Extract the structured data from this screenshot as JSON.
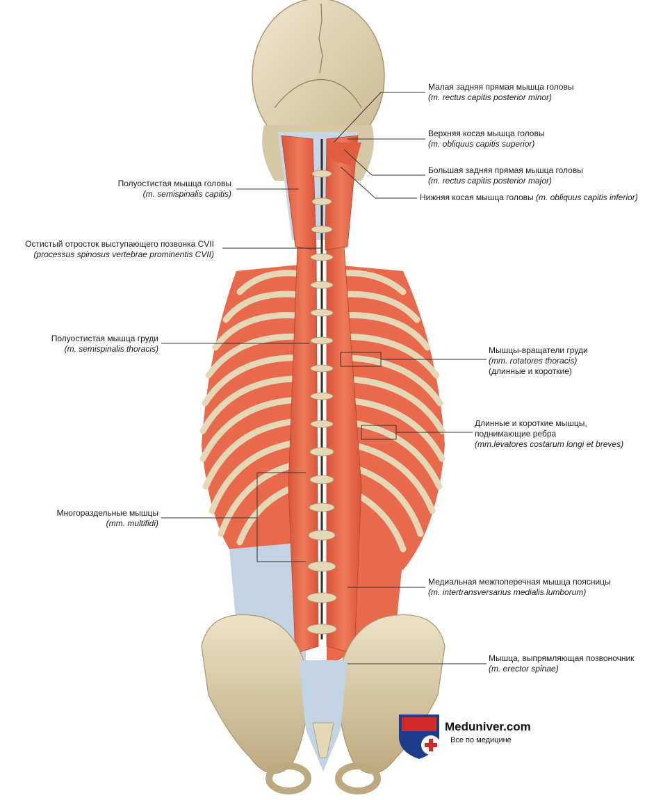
{
  "labels_left": [
    {
      "ru": "Полуостистая мышца головы",
      "lat": "(m. semispinalis capitis)"
    },
    {
      "ru": "Остистый отросток выступающего позвонка CVII",
      "lat": "(processus spinosus vertebrae prominentis CVII)"
    },
    {
      "ru": "Полуостистая мышца груди",
      "lat": "(m. semispinalis thoracis)"
    },
    {
      "ru": "Многораздельные мышцы",
      "lat": "(mm. multifidi)"
    }
  ],
  "labels_right": [
    {
      "ru": "Малая задняя прямая мышца головы",
      "lat": "(m. rectus capitis posterior minor)"
    },
    {
      "ru": "Верхняя косая мышца головы",
      "lat": "(m. obliquus capitis superior)"
    },
    {
      "ru": "Большая задняя прямая мышца головы",
      "lat": "(m. rectus capitis posterior major)"
    },
    {
      "ru": "Нижняя косая мышца головы",
      "lat": "(m. obliquus capitis inferior)"
    },
    {
      "ru": "Мышцы-вращатели груди",
      "lat": "(mm. rotatores thoracis)",
      "extra": "(длинные и короткие)"
    },
    {
      "ru": "Длинные и короткие мышцы,",
      "ru2": "поднимающие ребра",
      "lat": "(mm.levatores costarum longi et breves)"
    },
    {
      "ru": "Медиальная межпоперечная мышца поясницы",
      "lat": "(m. intertransversarius medialis lumborum)"
    },
    {
      "ru": "Мышца, выпрямляющая позвоночник",
      "lat": "(m. erector spinae)"
    }
  ],
  "logo": {
    "title": "Meduniver.com",
    "subtitle": "Все по медицине"
  },
  "colors": {
    "muscle": "#e8684a",
    "muscle_dark": "#c94a30",
    "bone": "#e8dcc0",
    "bone_dark": "#b8a682",
    "fascia": "#b8cce0",
    "line": "#333333",
    "logo_red": "#d42a2a",
    "logo_blue": "#1e3c8c"
  }
}
